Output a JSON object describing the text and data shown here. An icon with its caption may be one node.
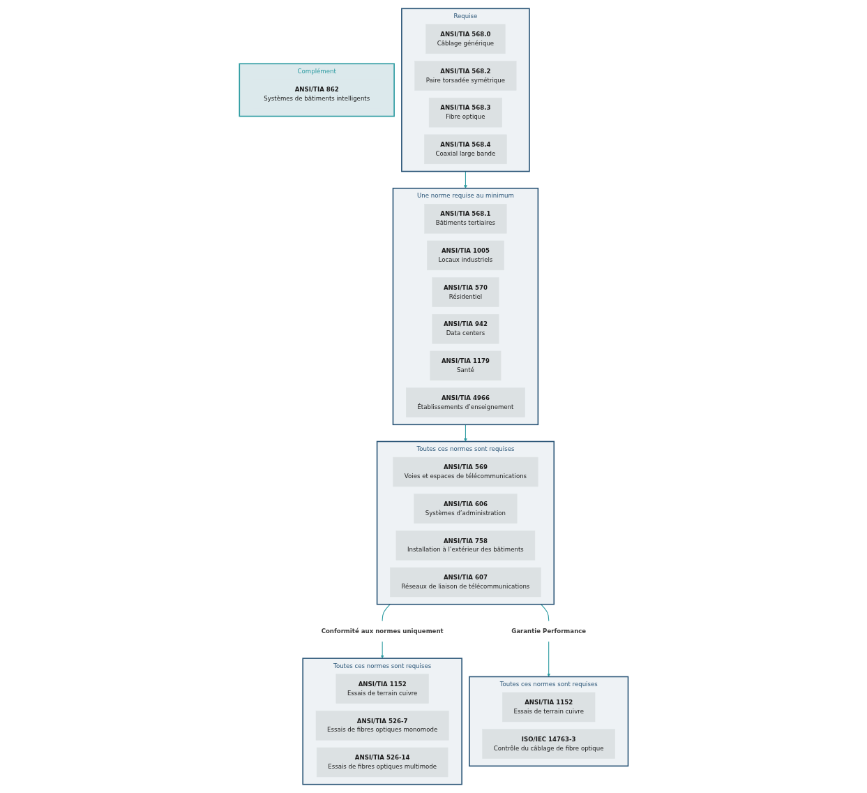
{
  "diagram": {
    "nodes": [
      {
        "text": [
          "Requise"
        ]
      },
      {
        "text": [
          "ANSI/TIA 568.0",
          "Câblage générique"
        ],
        "in": 0
      },
      {
        "text": [
          "ANSI/TIA 568.2",
          "Paire torsadée symétrique"
        ],
        "in": 0
      },
      {
        "text": [
          "ANSI/TIA 568.3",
          "Fibre optique"
        ],
        "in": 0
      },
      {
        "text": [
          "ANSI/TIA 568.4",
          "Coaxial large bande"
        ],
        "in": 0
      },
      {
        "text": [
          "Une norme requise au minimum"
        ]
      },
      {
        "text": [
          "ANSI/TIA 568.1",
          "Bâtiments tertiaires"
        ],
        "in": 5
      },
      {
        "text": [
          "ANSI/TIA 1005",
          "Locaux industriels"
        ],
        "in": 5
      },
      {
        "text": [
          "ANSI/TIA 570",
          "Résidentiel"
        ],
        "in": 5
      },
      {
        "text": [
          "ANSI/TIA 942",
          "Data centers"
        ],
        "in": 5
      },
      {
        "text": [
          "ANSI/TIA 1179",
          "Santé"
        ],
        "in": 5
      },
      {
        "text": [
          "ANSI/TIA 4966",
          "Établissements d’enseignement"
        ],
        "in": 5
      },
      {
        "text": [
          "Complément"
        ]
      },
      {
        "text": [
          "ANSI/TIA 862",
          "Systèmes de bâtiments intelligents"
        ],
        "in": 12
      },
      {
        "text": [
          "Toutes ces normes sont requises"
        ]
      },
      {
        "text": [
          "ANSI/TIA 569",
          "Voies et espaces de télécommunications"
        ],
        "in": 14
      },
      {
        "text": [
          "ANSI/TIA 606",
          "Systèmes d’administration"
        ],
        "in": 14
      },
      {
        "text": [
          "ANSI/TIA 758",
          "Installation à l’extérieur des bâtiments"
        ],
        "in": 14
      },
      {
        "text": [
          "ANSI/TIA 607",
          "Réseaux de liaison de télécommunications"
        ],
        "in": 14
      },
      {
        "text": [
          "Conformité aux normes uniquement"
        ]
      },
      {
        "text": [
          "Garantie Performance"
        ]
      },
      {
        "text": [
          "Toutes ces normes sont requises"
        ]
      },
      {
        "text": [
          "ANSI/TIA 1152",
          "Essais de terrain cuivre"
        ],
        "in": 21
      },
      {
        "text": [
          "ANSI/TIA 526-7",
          "Essais de fibres optiques monomode"
        ],
        "in": 21
      },
      {
        "text": [
          "ANSI/TIA 526-14",
          "Essais de fibres optiques multimode"
        ],
        "in": 21
      },
      {
        "text": [
          "Toutes ces normes sont requises"
        ]
      },
      {
        "text": [
          "ANSI/TIA 1152",
          "Essais de terrain cuivre"
        ],
        "in": 25
      },
      {
        "text": [
          "ISO/IEC 14763-3",
          "Contrôle du câblage de fibre optique"
        ],
        "in": 25
      }
    ],
    "edges": [
      {
        "from": 0,
        "to": 5,
        "arrow": "to"
      },
      {
        "from": 5,
        "to": 14,
        "arrow": "to"
      },
      {
        "from": 14,
        "to": 19,
        "arrow": "none"
      },
      {
        "from": 14,
        "to": 20,
        "arrow": "none"
      },
      {
        "from": 19,
        "to": 21,
        "arrow": "to"
      },
      {
        "from": 20,
        "to": 25,
        "arrow": "to"
      }
    ]
  }
}
